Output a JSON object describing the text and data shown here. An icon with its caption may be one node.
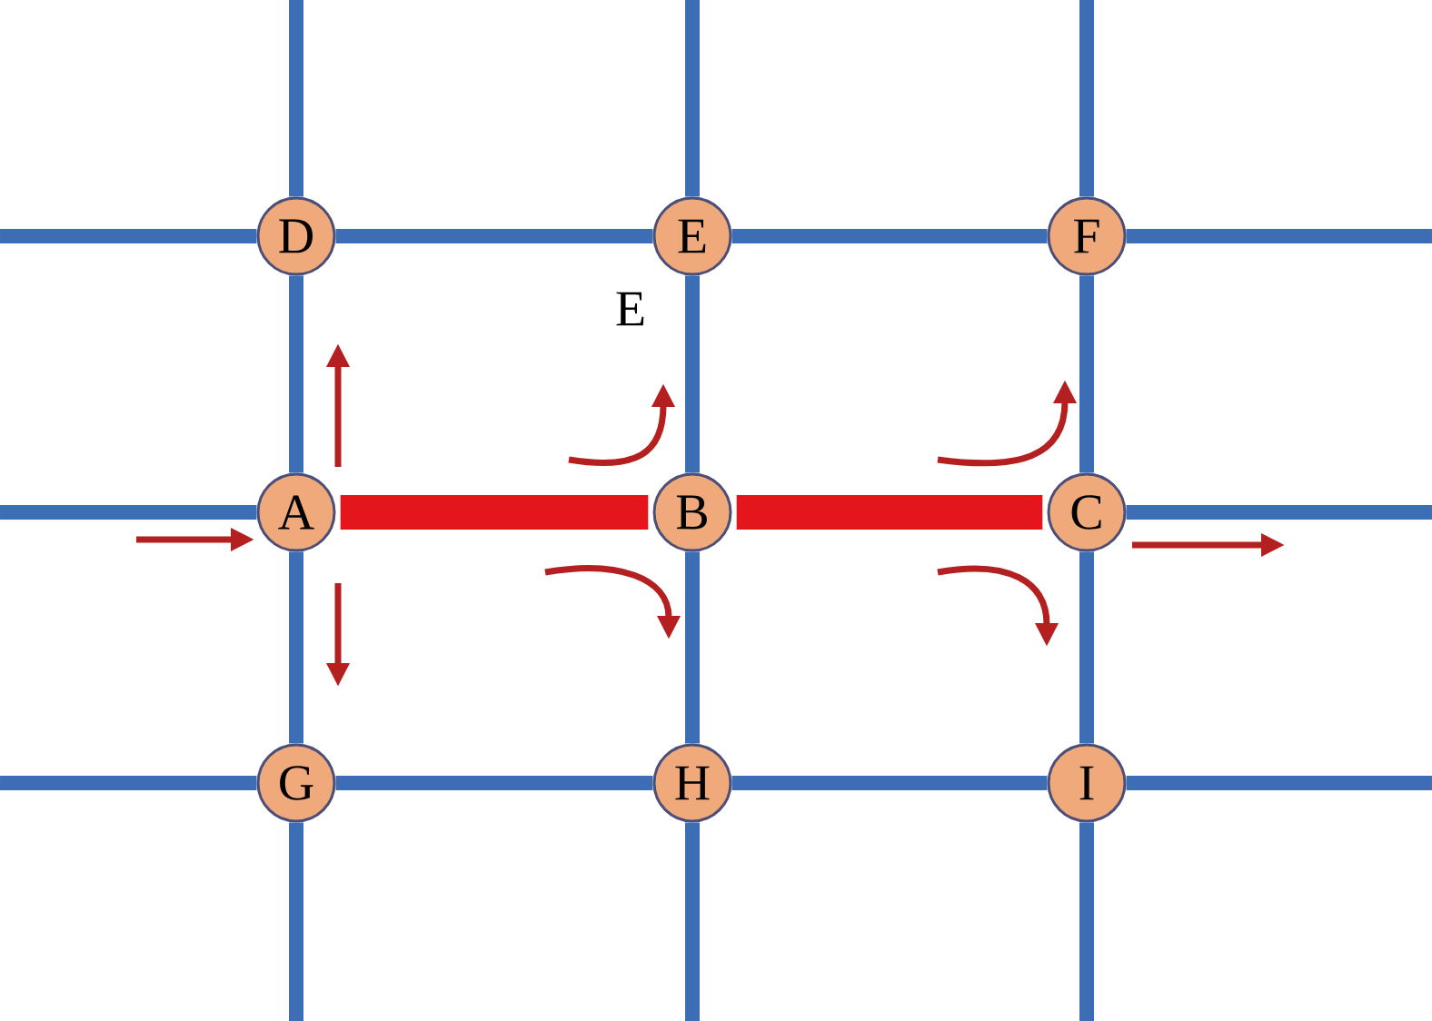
{
  "diagram": {
    "nodes": [
      {
        "text": [
          "D"
        ]
      },
      {
        "text": [
          "E"
        ]
      },
      {
        "text": [
          "F"
        ]
      },
      {
        "text": [
          "A"
        ]
      },
      {
        "text": [
          "B"
        ]
      },
      {
        "text": [
          "C"
        ]
      },
      {
        "text": [
          "G"
        ]
      },
      {
        "text": [
          "H"
        ]
      },
      {
        "text": [
          "I"
        ]
      }
    ],
    "edges": [
      {
        "from": null,
        "to": 0,
        "arrow": "none"
      },
      {
        "from": null,
        "to": 1,
        "arrow": "none"
      },
      {
        "from": null,
        "to": 2,
        "arrow": "none"
      },
      {
        "from": null,
        "to": 0,
        "arrow": "none"
      },
      {
        "from": 0,
        "to": 1,
        "arrow": "none"
      },
      {
        "from": 1,
        "to": 2,
        "arrow": "none"
      },
      {
        "from": 2,
        "to": null,
        "arrow": "none"
      },
      {
        "from": 0,
        "to": 3,
        "arrow": "none"
      },
      {
        "from": 1,
        "to": 4,
        "arrow": "none"
      },
      {
        "from": 2,
        "to": 5,
        "arrow": "none"
      },
      {
        "from": null,
        "to": 3,
        "arrow": "none"
      },
      {
        "from": 3,
        "to": 4,
        "arrow": "none",
        "style": "thick",
        "color": "#e5161b"
      },
      {
        "from": 4,
        "to": 5,
        "arrow": "none",
        "style": "thick",
        "color": "#e5161b"
      },
      {
        "from": 5,
        "to": null,
        "arrow": "none"
      },
      {
        "from": 3,
        "to": 6,
        "arrow": "none"
      },
      {
        "from": 4,
        "to": 7,
        "arrow": "none"
      },
      {
        "from": 5,
        "to": 8,
        "arrow": "none"
      },
      {
        "from": null,
        "to": 6,
        "arrow": "none"
      },
      {
        "from": 6,
        "to": 7,
        "arrow": "none"
      },
      {
        "from": 7,
        "to": 8,
        "arrow": "none"
      },
      {
        "from": 8,
        "to": null,
        "arrow": "none"
      },
      {
        "from": 6,
        "to": null,
        "arrow": "none"
      },
      {
        "from": 7,
        "to": null,
        "arrow": "none"
      },
      {
        "from": 8,
        "to": null,
        "arrow": "none"
      }
    ],
    "labels": [
      "E"
    ]
  }
}
